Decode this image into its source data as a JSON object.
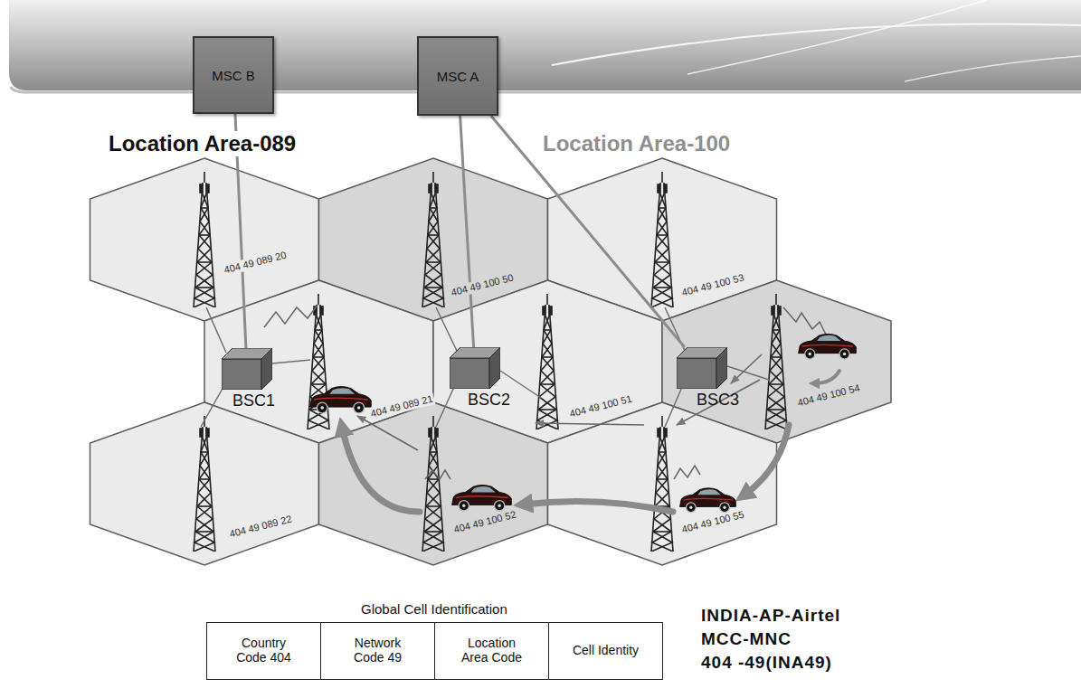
{
  "diagram": {
    "nodes": [
      {
        "text": [
          "MSC B"
        ]
      },
      {
        "text": [
          "MSC A"
        ]
      },
      {
        "text": [
          "BSC1"
        ]
      },
      {
        "text": [
          "BSC2"
        ]
      },
      {
        "text": [
          "BSC3"
        ]
      }
    ],
    "edges": [
      {
        "from": 0,
        "to": 2,
        "arrow": "none"
      },
      {
        "from": 1,
        "to": 3,
        "arrow": "none"
      },
      {
        "from": 1,
        "to": 4,
        "arrow": "none"
      }
    ],
    "labels": [
      "Location Area-089",
      "Location Area-100",
      "404 49 089 20",
      "404 49 100 50",
      "404 49 100 53",
      "404 49 089 21",
      "404 49 100 51",
      "404 49 100 54",
      "404 49 089 22",
      "404 49 100 52",
      "404 49 100 55",
      "Global Cell Identification",
      "Country Code 404",
      "Network Code 49",
      "Location Area Code",
      "Cell Identity",
      "INDIA-AP-Airtel",
      "MCC-MNC",
      "404 -49(INA49)"
    ]
  }
}
